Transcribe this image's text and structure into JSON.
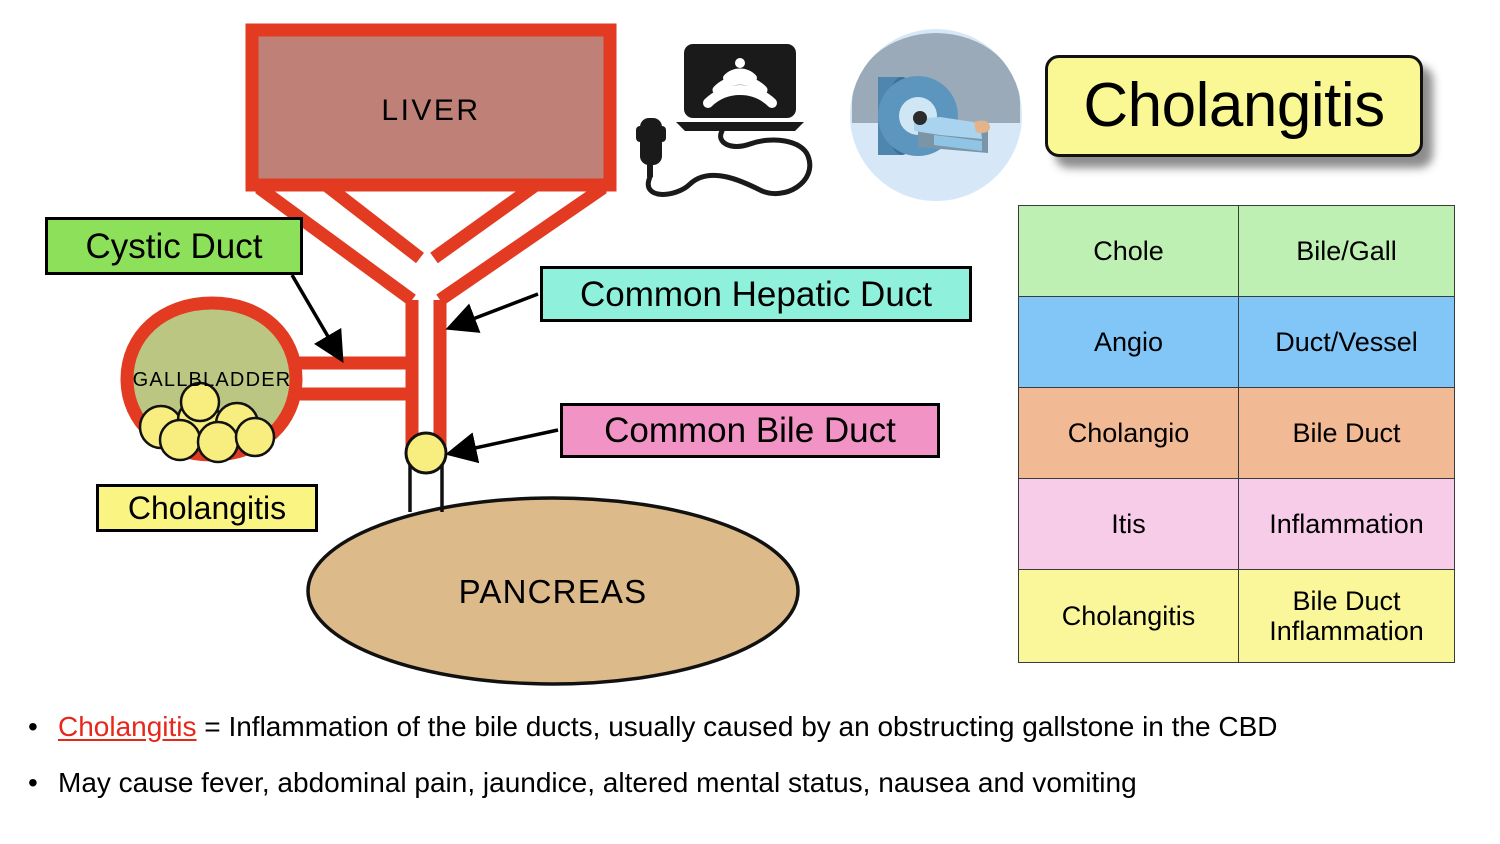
{
  "title": {
    "text": "Cholangitis",
    "badge_color": "#F9F894"
  },
  "glossary": {
    "rows": [
      {
        "term": "Chole",
        "meaning": "Bile/Gall",
        "color": "#BDF0B2"
      },
      {
        "term": "Angio",
        "meaning": "Duct/Vessel",
        "color": "#81C6F7"
      },
      {
        "term": "Cholangio",
        "meaning": "Bile Duct",
        "color": "#F2BA94"
      },
      {
        "term": "Itis",
        "meaning": "Inflammation",
        "color": "#F7CCE8"
      },
      {
        "term": "Cholangitis",
        "meaning": "Bile Duct\nInflammation",
        "color": "#FAF79B"
      }
    ],
    "last_row_line1": "Bile Duct",
    "last_row_line2": "Inflammation"
  },
  "diagram": {
    "organs": {
      "liver": {
        "label": "LIVER",
        "fill": "#BE8077",
        "outline": "#E23B22"
      },
      "gallbladder": {
        "label": "GALLBLADDER",
        "fill": "#BCC683",
        "outline": "#E23B22"
      },
      "pancreas": {
        "label": "PANCREAS",
        "fill": "#DCBA89",
        "outline": "#000000"
      }
    },
    "duct_color": "#E23B22",
    "gallstone_color": "#F7EE7F",
    "obstructing_stone_color": "#F7EE7F",
    "labels": {
      "cystic_duct": {
        "text": "Cystic Duct",
        "color": "#8DE15A"
      },
      "common_hepatic_duct": {
        "text": "Common Hepatic Duct",
        "color": "#8FF0DC"
      },
      "common_bile_duct": {
        "text": "Common Bile Duct",
        "color": "#F193C4"
      },
      "cholangitis_callout": {
        "text": "Cholangitis",
        "color": "#FAF483"
      }
    }
  },
  "icons": {
    "ultrasound": "ultrasound-machine-icon",
    "mri": "mri-scanner-icon"
  },
  "bullets": [
    {
      "marker": "•",
      "keyword": "Cholangitis",
      "rest": " = Inflammation of the bile ducts, usually caused by an obstructing gallstone in the CBD"
    },
    {
      "marker": "•",
      "keyword": "",
      "rest": "May cause fever, abdominal pain, jaundice, altered mental status, nausea and vomiting"
    }
  ]
}
